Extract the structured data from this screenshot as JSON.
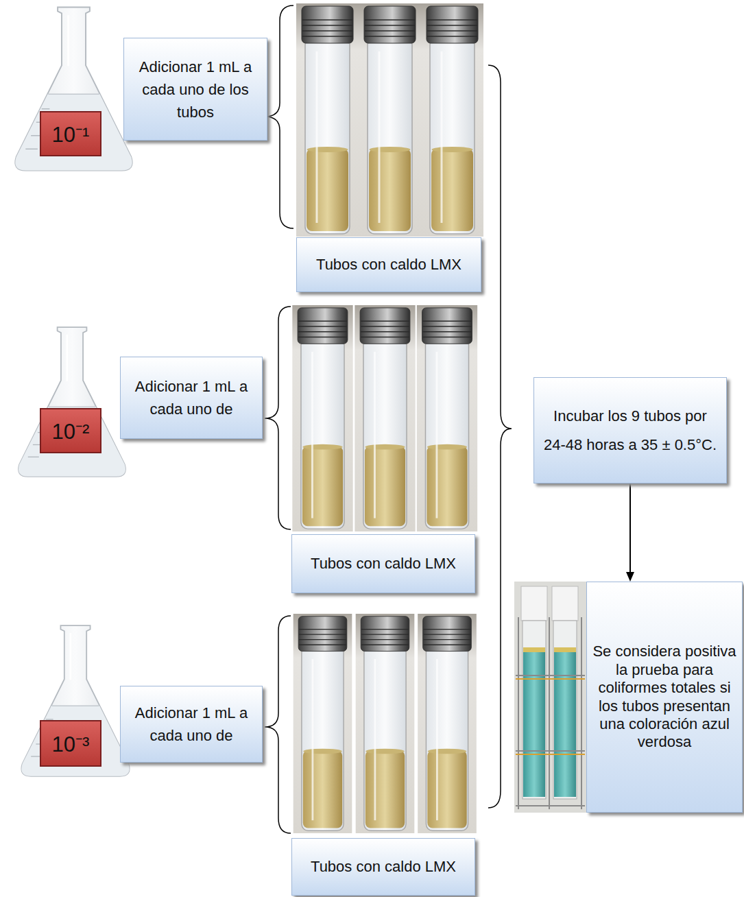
{
  "diagram": {
    "nodes": [
      {
        "text": [
          "10⁻¹"
        ]
      },
      {
        "text": [
          "Adicionar 1 mL a cada uno de los tubos"
        ]
      },
      {
        "text": [
          "Tubos con caldo LMX"
        ]
      },
      {
        "text": [
          "10⁻²"
        ]
      },
      {
        "text": [
          "Adicionar 1 mL a cada uno de"
        ]
      },
      {
        "text": [
          "Tubos con caldo LMX"
        ]
      },
      {
        "text": [
          "Incubar los 9 tubos por 24-48 horas a 35 ± 0.5°C."
        ]
      },
      {
        "text": [
          "10⁻³"
        ]
      },
      {
        "text": [
          "Adicionar 1 mL a cada uno de"
        ]
      },
      {
        "text": [
          "Tubos con caldo LMX"
        ]
      },
      {
        "text": [
          "Se considera positiva la prueba para coliformes totales si los tubos presentan una coloración azul verdosa"
        ]
      }
    ],
    "edges": [
      {
        "from": 6,
        "to": 10,
        "arrow": "to"
      }
    ]
  }
}
